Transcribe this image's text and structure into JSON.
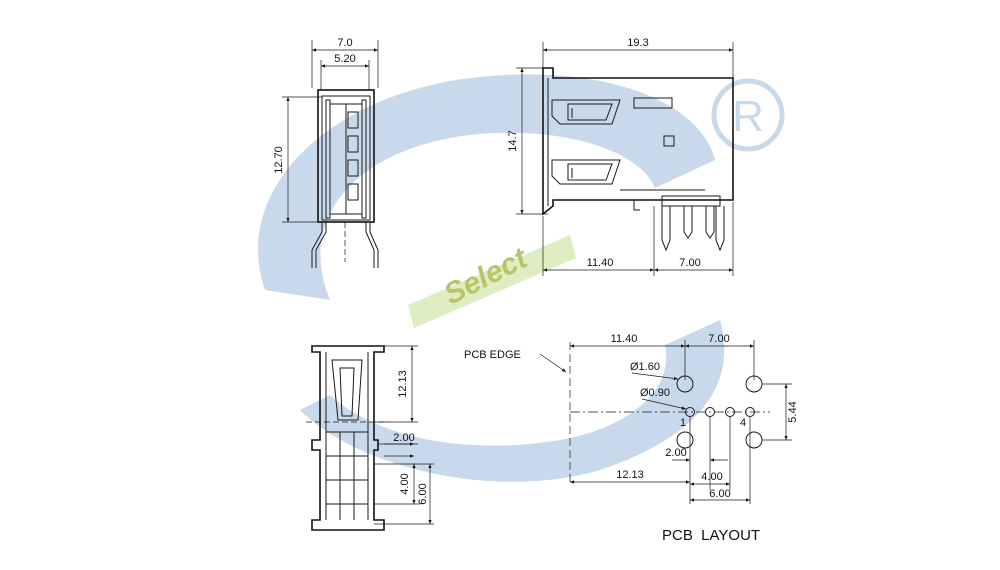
{
  "watermark": {
    "brand_text": "Select",
    "registered_mark": "R",
    "colors": {
      "swoosh": "#c9d9ec",
      "band": "#dfeec2",
      "brand": "#b9c36a"
    }
  },
  "top_view": {
    "width_outer": "7.0",
    "width_inner": "5.20",
    "height": "12.70"
  },
  "side_view": {
    "length": "19.3",
    "height": "14.7",
    "dist_a": "11.40",
    "dist_b": "7.00"
  },
  "front_view": {
    "height": "12.13",
    "pitch": "2.00",
    "span_a": "4.00",
    "span_b": "6.00"
  },
  "pcb_layout": {
    "title": "PCB  LAYOUT",
    "edge_label": "PCB EDGE",
    "hole_large": "Ø1.60",
    "hole_small": "Ø0.90",
    "pin_first": "1",
    "pin_last": "4",
    "dist_edge_a": "11.40",
    "dist_b": "7.00",
    "vertical": "5.44",
    "pitch": "2.00",
    "dist_edge_b": "12.13",
    "span_a": "4.00",
    "span_b": "6.00"
  }
}
